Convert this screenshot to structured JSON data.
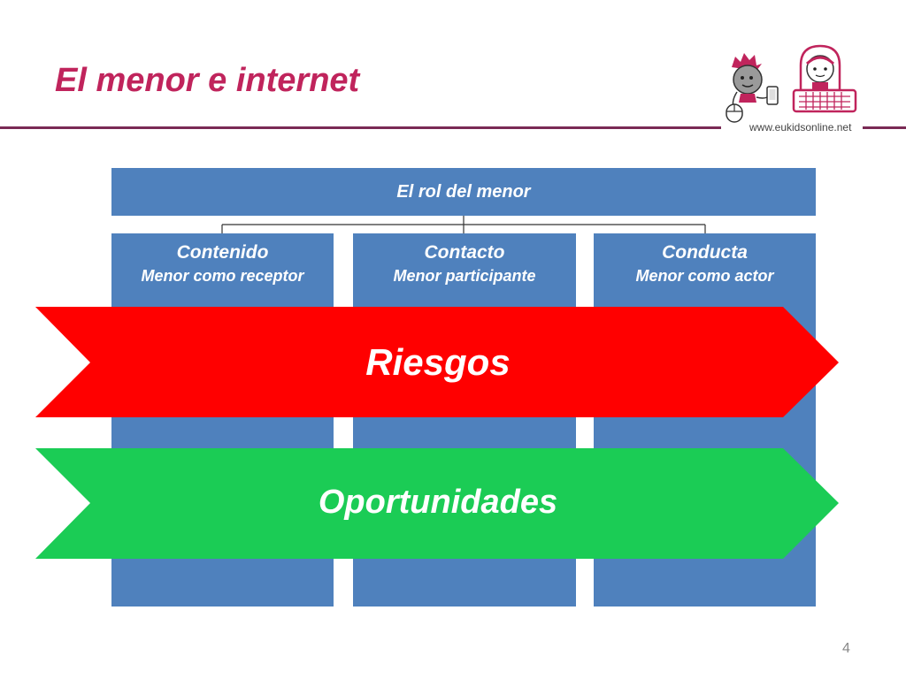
{
  "title": "El menor e internet",
  "logo": {
    "url": "www.eukidsonline.net"
  },
  "diagram": {
    "root": "El rol del menor",
    "columns": [
      {
        "title": "Contenido",
        "subtitle": "Menor como receptor"
      },
      {
        "title": "Contacto",
        "subtitle": "Menor participante"
      },
      {
        "title": "Conducta",
        "subtitle": "Menor como actor"
      }
    ],
    "bands": [
      {
        "label": "Riesgos",
        "color": "#ff0000"
      },
      {
        "label": "Oportunidades",
        "color": "#1bcc55"
      }
    ]
  },
  "colors": {
    "title": "#c0245c",
    "box": "#4f81bd",
    "rule": "#7a2a55"
  },
  "page_number": "4"
}
